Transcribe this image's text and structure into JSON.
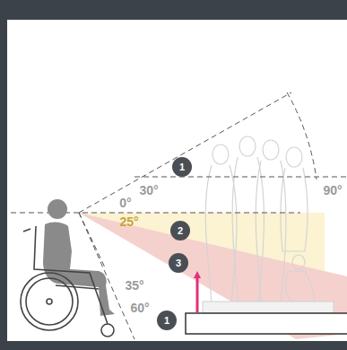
{
  "diagram": {
    "nodes": [
      {
        "text": [
          "1"
        ]
      },
      {
        "text": [
          "2"
        ]
      },
      {
        "text": [
          "3"
        ]
      },
      {
        "text": [
          "1"
        ]
      }
    ],
    "labels": [
      "30°",
      "0°",
      "90°",
      "25°",
      "35°",
      "60°"
    ]
  }
}
